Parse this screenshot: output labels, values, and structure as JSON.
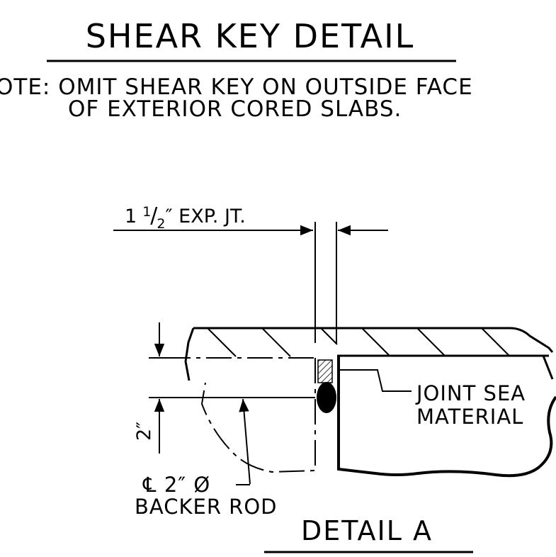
{
  "title": "SHEAR KEY DETAIL",
  "note": {
    "line1": "OTE: OMIT SHEAR KEY ON OUTSIDE FACE",
    "line2": "OF EXTERIOR CORED SLABS."
  },
  "dimension_joint": {
    "whole": "1",
    "frac_num": "1",
    "frac_den": "2",
    "rest": "″ EXP. JT."
  },
  "dimension_height": "2″",
  "label_joint_seal": {
    "line1": "JOINT SEA",
    "line2": "MATERIAL"
  },
  "label_backer_rod": {
    "line1": "℄ 2″ Ø",
    "line2": "BACKER ROD"
  },
  "detail_label": "DETAIL A",
  "colors": {
    "ink": "#000000",
    "paper": "#ffffff"
  }
}
